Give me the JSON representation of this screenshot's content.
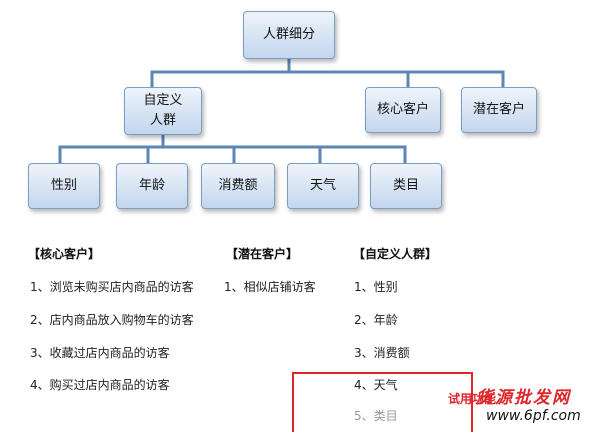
{
  "tree": {
    "root": "人群细分",
    "level2": [
      "自定义\n人群",
      "核心客户",
      "潜在客户"
    ],
    "level3": [
      "性别",
      "年龄",
      "消费额",
      "天气",
      "类目"
    ]
  },
  "lists": {
    "core": {
      "title": "【核心客户】",
      "items": [
        "1、浏览未购买店内商品的访客",
        "2、店内商品放入购物车的访客",
        "3、收藏过店内商品的访客",
        "4、购买过店内商品的访客"
      ]
    },
    "potential": {
      "title": "【潜在客户】",
      "items": [
        "1、相似店铺访客"
      ]
    },
    "custom": {
      "title": "【自定义人群】",
      "items": [
        "1、性别",
        "2、年龄",
        "3、消费额",
        "4、天气",
        "5、类目"
      ]
    }
  },
  "watermark": {
    "trial": "试用功能",
    "site": "货源批发网",
    "url": "www.6pf.com"
  },
  "colors": {
    "box_border": "#7a9ec4",
    "connector": "#5b86b5",
    "highlight": "#e0262b"
  }
}
